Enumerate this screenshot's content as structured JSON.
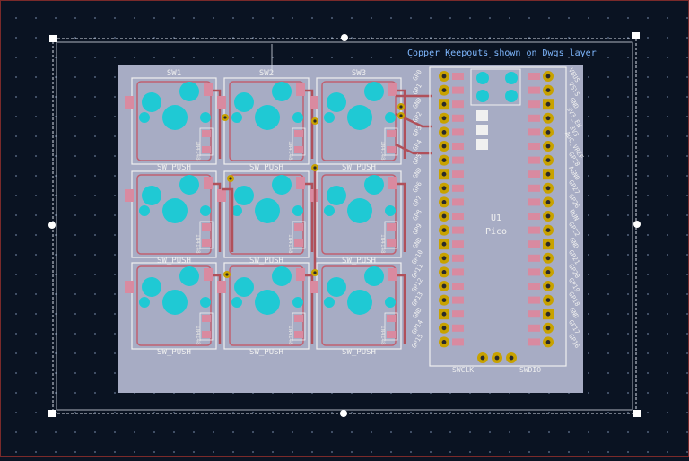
{
  "window": {
    "note": "Copper Keepouts shown on Dwgs layer"
  },
  "switches": {
    "references": [
      "SW1",
      "SW2",
      "SW3"
    ],
    "footprint": "SW_PUSH",
    "diode_label": "1N4148"
  },
  "mcu": {
    "reference": "U1",
    "value": "Pico",
    "left_pins": [
      "GP0",
      "GP1",
      "GND",
      "GP2",
      "GP3",
      "GP4",
      "GP5",
      "GND",
      "GP6",
      "GP7",
      "GP8",
      "GP9",
      "GND",
      "GP10",
      "GP11",
      "GP12",
      "GP13",
      "GND",
      "GP14",
      "GP15"
    ],
    "right_pins": [
      "VBUS",
      "VSYS",
      "GND",
      "3V3_EN",
      "3V3",
      "ADC_VREF",
      "GP28",
      "AGND",
      "GP27",
      "GP26",
      "RUN",
      "GP22",
      "GND",
      "GP21",
      "GP20",
      "GP19",
      "GP18",
      "GND",
      "GP17",
      "GP16"
    ],
    "debug_left": "SWCLK",
    "debug_right": "SWDIO"
  },
  "colors": {
    "background": "#0a1322",
    "board": "#a7acc4",
    "copper_pad": "#c8a200",
    "hole": "#1fc9d4",
    "trace": "#b0505a",
    "silkscreen": "#f0f0f0",
    "selection": "#ffffff",
    "note_text": "#7fb8ff"
  }
}
